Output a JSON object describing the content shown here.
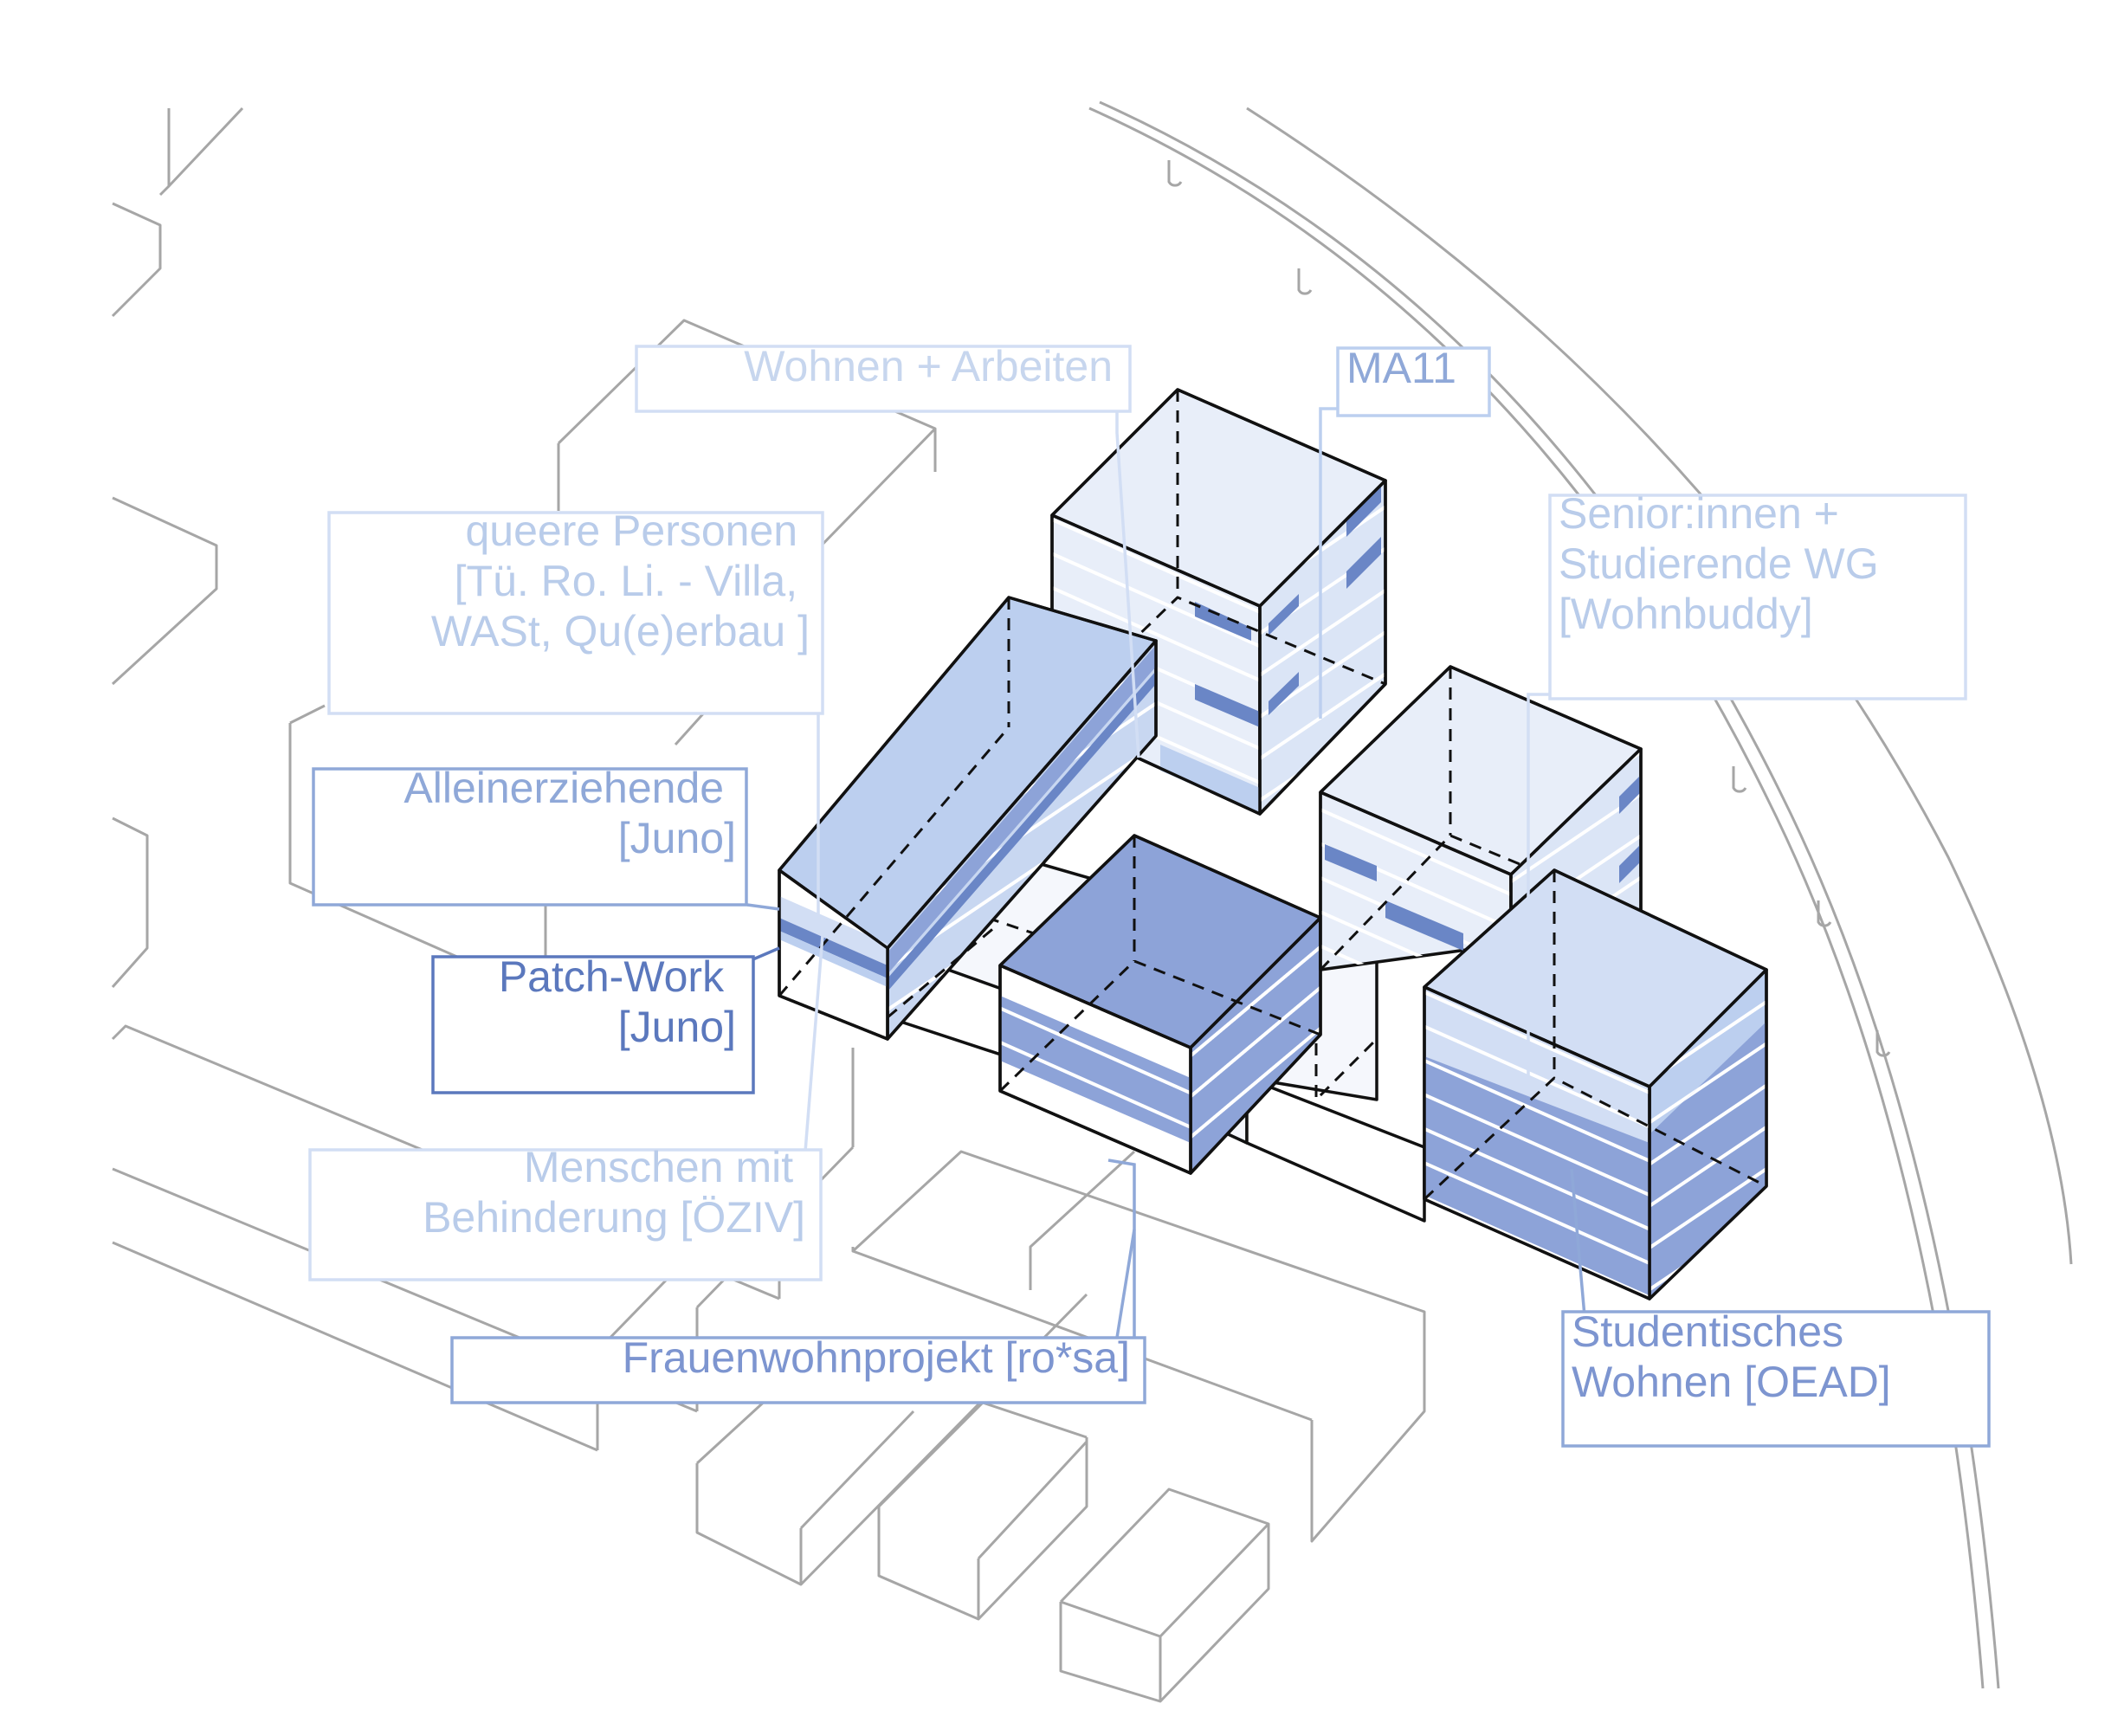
{
  "colors": {
    "context_line": "#a6a6a6",
    "building_line": "#111111",
    "label_pale": "#b9ccea",
    "label_mid": "#8fa8d8",
    "label_dark": "#5b78bd",
    "fill_lightest": "#e8eef9",
    "fill_light": "#d2def4",
    "fill_medium": "#bccfef",
    "fill_strong": "#8da3d8",
    "band_dark": "#6a86c6"
  },
  "labels": {
    "wohnen_arbeiten": [
      "Wohnen + Arbeiten"
    ],
    "ma11": [
      "MA11"
    ],
    "senioren": [
      "Senior:innen +",
      "Studierende WG",
      "[Wohnbuddy]"
    ],
    "queere": [
      "queere Personen",
      "[Tü. Ro. Li. - Villa,",
      "WASt, Qu(e)erbau ]"
    ],
    "alleinerziehende": [
      "Alleinerziehende",
      "[Juno]"
    ],
    "patchwork": [
      "Patch-Work",
      "[Juno]"
    ],
    "behinderung": [
      "Menschen mit",
      "Behinderung [ÖZIV]"
    ],
    "frauen": [
      "Frauenwohnprojekt [ro*sa]"
    ],
    "studentisch": [
      "Studentisches",
      "Wohnen [OEAD]"
    ]
  }
}
